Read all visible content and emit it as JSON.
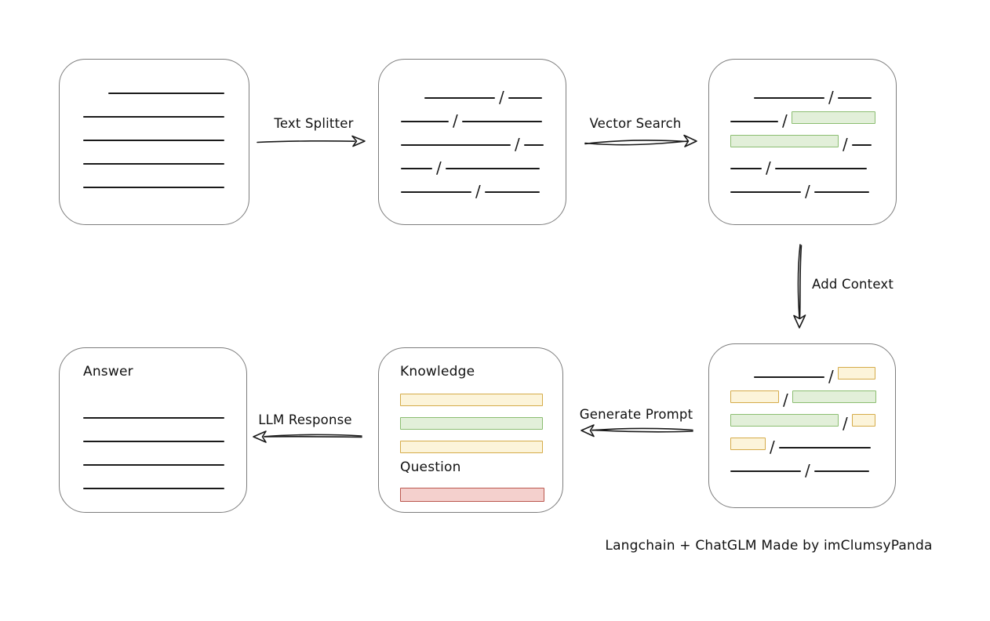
{
  "caption": "Langchain + ChatGLM Made by imClumsyPanda",
  "arrows": {
    "text_splitter": "Text Splitter",
    "vector_search": "Vector Search",
    "add_context": "Add Context",
    "generate_prompt": "Generate Prompt",
    "llm_response": "LLM Response"
  },
  "prompt_box": {
    "knowledge_label": "Knowledge",
    "question_label": "Question"
  },
  "answer_box": {
    "label": "Answer"
  },
  "colors": {
    "line": "#1a1a1a",
    "box_border": "#7d7d7d",
    "green_fill": "#e2efd9",
    "green_border": "#8bbd71",
    "yellow_fill": "#fcf4da",
    "yellow_border": "#d5ab49",
    "red_fill": "#f4d0cd",
    "red_border": "#bb584f"
  },
  "boxes": {
    "source_document": {
      "rows": [
        [
          {
            "t": "gap",
            "w": 32
          },
          {
            "t": "line",
            "w": 148
          }
        ],
        [
          {
            "t": "line",
            "w": 180
          }
        ],
        [
          {
            "t": "line",
            "w": 180
          }
        ],
        [
          {
            "t": "line",
            "w": 180
          }
        ],
        [
          {
            "t": "line",
            "w": 180
          }
        ]
      ]
    },
    "split_chunks": {
      "rows": [
        [
          {
            "t": "gap",
            "w": 30
          },
          {
            "t": "line",
            "w": 90
          },
          {
            "t": "slash"
          },
          {
            "t": "line",
            "w": 43
          }
        ],
        [
          {
            "t": "line",
            "w": 61
          },
          {
            "t": "slash"
          },
          {
            "t": "line",
            "w": 102
          }
        ],
        [
          {
            "t": "line",
            "w": 140
          },
          {
            "t": "slash"
          },
          {
            "t": "line",
            "w": 25
          }
        ],
        [
          {
            "t": "line",
            "w": 40
          },
          {
            "t": "slash"
          },
          {
            "t": "line",
            "w": 120
          }
        ],
        [
          {
            "t": "line",
            "w": 90
          },
          {
            "t": "slash"
          },
          {
            "t": "line",
            "w": 70
          }
        ]
      ]
    },
    "matched_chunks": {
      "rows": [
        [
          {
            "t": "gap",
            "w": 30
          },
          {
            "t": "line",
            "w": 90
          },
          {
            "t": "slash"
          },
          {
            "t": "line",
            "w": 43
          }
        ],
        [
          {
            "t": "line",
            "w": 61
          },
          {
            "t": "slash"
          },
          {
            "t": "bar",
            "c": "green",
            "w": 107
          }
        ],
        [
          {
            "t": "bar",
            "c": "green",
            "w": 138
          },
          {
            "t": "slash"
          },
          {
            "t": "line",
            "w": 25
          }
        ],
        [
          {
            "t": "line",
            "w": 40
          },
          {
            "t": "slash"
          },
          {
            "t": "line",
            "w": 117
          }
        ],
        [
          {
            "t": "line",
            "w": 90
          },
          {
            "t": "slash"
          },
          {
            "t": "line",
            "w": 70
          }
        ]
      ]
    },
    "context_chunks": {
      "rows": [
        [
          {
            "t": "gap",
            "w": 30
          },
          {
            "t": "line",
            "w": 90
          },
          {
            "t": "slash"
          },
          {
            "t": "bar",
            "c": "yellow",
            "w": 48
          }
        ],
        [
          {
            "t": "bar",
            "c": "yellow",
            "w": 62
          },
          {
            "t": "slash"
          },
          {
            "t": "bar",
            "c": "green",
            "w": 107
          }
        ],
        [
          {
            "t": "bar",
            "c": "green",
            "w": 138
          },
          {
            "t": "slash"
          },
          {
            "t": "bar",
            "c": "yellow",
            "w": 30
          }
        ],
        [
          {
            "t": "bar",
            "c": "yellow",
            "w": 45
          },
          {
            "t": "slash"
          },
          {
            "t": "line",
            "w": 117
          }
        ],
        [
          {
            "t": "line",
            "w": 90
          },
          {
            "t": "slash"
          },
          {
            "t": "line",
            "w": 70
          }
        ]
      ]
    },
    "prompt_knowledge": {
      "rows": [
        [
          {
            "t": "bar",
            "c": "yellow",
            "w": 182
          }
        ],
        [
          {
            "t": "bar",
            "c": "green",
            "w": 182
          }
        ],
        [
          {
            "t": "bar",
            "c": "yellow",
            "w": 182
          }
        ]
      ]
    },
    "prompt_question": {
      "rows": [
        [
          {
            "t": "bar",
            "c": "red",
            "w": 184
          }
        ]
      ]
    },
    "answer_lines": {
      "rows": [
        [
          {
            "t": "line",
            "w": 180
          }
        ],
        [
          {
            "t": "line",
            "w": 180
          }
        ],
        [
          {
            "t": "line",
            "w": 180
          }
        ],
        [
          {
            "t": "line",
            "w": 180
          }
        ]
      ]
    }
  }
}
